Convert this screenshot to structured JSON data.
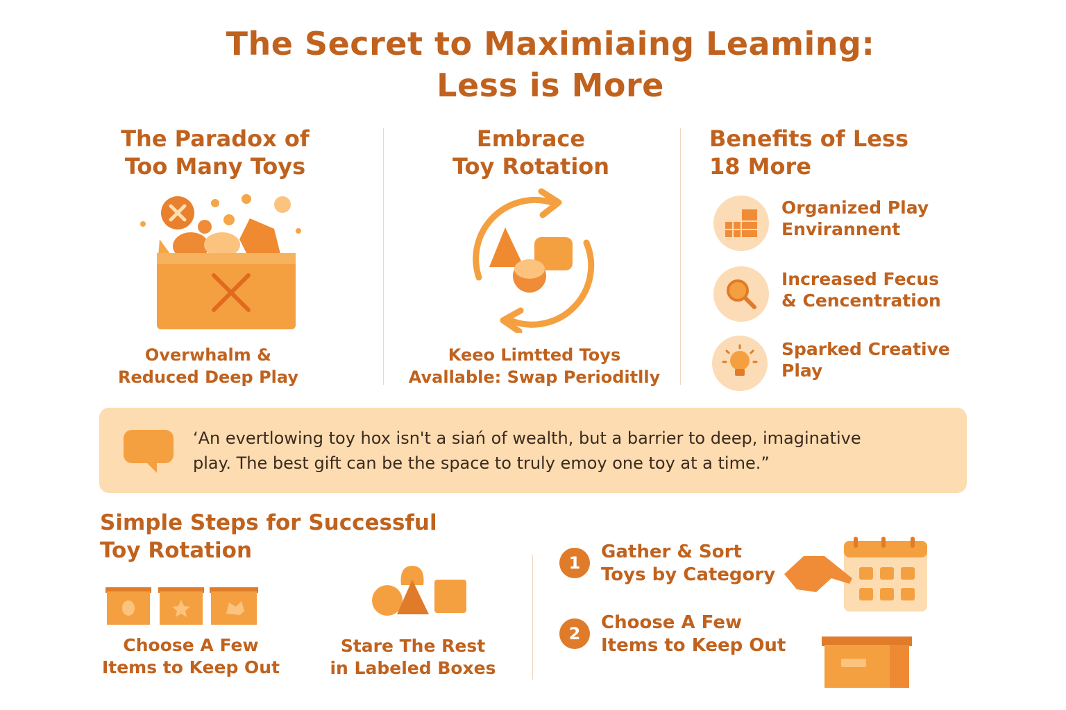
{
  "title": {
    "line1": "The Secret to Maximiaing Leaming:",
    "line2": "Less is More"
  },
  "col1": {
    "heading_line1": "The Paradox of",
    "heading_line2": "Too Many Toys",
    "caption_line1": "Overwhalm &",
    "caption_line2": "Reduced Deep Play",
    "icon": "overflowing-toy-box-icon"
  },
  "col2": {
    "heading_line1": "Embrace",
    "heading_line2": "Toy Rotation",
    "caption_line1": "Keeo Limtted Toys",
    "caption_line2": "Avallable: Swap Perioditlly",
    "icon": "rotation-cycle-icon"
  },
  "col3": {
    "heading_line1": "Benefits of Less",
    "heading_line2": "18 More",
    "benefits": [
      {
        "line1": "Organized Play",
        "line2": "Envirannent",
        "icon": "blocks-icon"
      },
      {
        "line1": "Increased Fecus",
        "line2": "& Cencentration",
        "icon": "magnifier-icon"
      },
      {
        "line1": "Sparked Creative",
        "line2": "Play",
        "icon": "lightbulb-icon"
      }
    ]
  },
  "quote": {
    "line1": "‘An evertlowing toy hox isn't a siań of wealth, but a barrier to deep, imaginative",
    "line2": "play. The best gift can be the space to truly emoy one toy at a time.”",
    "icon": "speech-bubble-icon"
  },
  "steps": {
    "heading_line1": "Simple Steps for Successful",
    "heading_line2": "Toy Rotation",
    "left_items": [
      {
        "line1": "Choose A Few",
        "line2": "Items to Keep Out",
        "icon": "three-bins-icon"
      },
      {
        "line1": "Stare The Rest",
        "line2": "in Labeled Boxes",
        "icon": "toy-shapes-icon"
      }
    ],
    "numbered": [
      {
        "num": "1",
        "line1": "Gather & Sort",
        "line2": "Toys by Category",
        "icon": "calendar-hand-icon"
      },
      {
        "num": "2",
        "line1": "Choose A Few",
        "line2": "Items to Keep Out",
        "icon": "storage-box-icon"
      }
    ]
  },
  "colors": {
    "primary": "#c0621e",
    "accent": "#f5a040",
    "light": "#fcdcb0",
    "number": "#e07b2a"
  }
}
